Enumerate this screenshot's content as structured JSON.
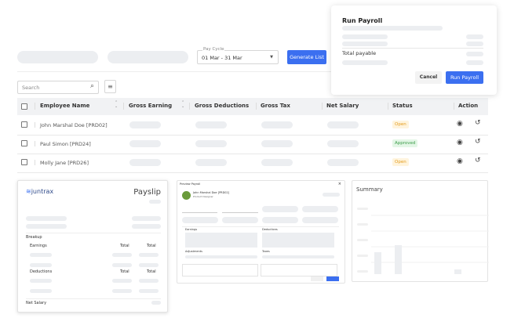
{
  "filters": {
    "pay_cycle_label": "Pay Cycle",
    "pay_cycle_value": "01 Mar - 31 Mar",
    "generate_label": "Generate List"
  },
  "search": {
    "placeholder": "Search"
  },
  "table": {
    "headers": [
      "Employee Name",
      "Gross Earning",
      "Gross Deductions",
      "Gross Tax",
      "Net Salary",
      "Status",
      "Action"
    ],
    "rows": [
      {
        "name": "John Marshal Doe  [PRD02]",
        "status": "Open"
      },
      {
        "name": "Paul Simon [PRD24]",
        "status": "Approved"
      },
      {
        "name": "Molly Jane [PRD26]",
        "status": "Open"
      }
    ]
  },
  "run_payroll": {
    "title": "Run Payroll",
    "total_label": "Total payable",
    "cancel": "Cancel",
    "confirm": "Run Payroll"
  },
  "payslip": {
    "brand": "juntrax",
    "title": "Payslip",
    "breakup": "Breakup",
    "earnings": "Earnings",
    "deductions": "Deductions",
    "total": "Total",
    "net_salary": "Net Salary"
  },
  "preview": {
    "title": "Preview Payroll",
    "employee": "John Marshal Doe [PRD02]",
    "role": "Product Designer",
    "earnings": "Earnings",
    "deductions": "Deductions",
    "adjustments": "Adjustments",
    "taxes": "Taxes"
  },
  "summary": {
    "title": "Summary"
  },
  "colors": {
    "accent": "#3b6ff0",
    "open": "#e39b1c",
    "approved": "#3d9c4a"
  }
}
